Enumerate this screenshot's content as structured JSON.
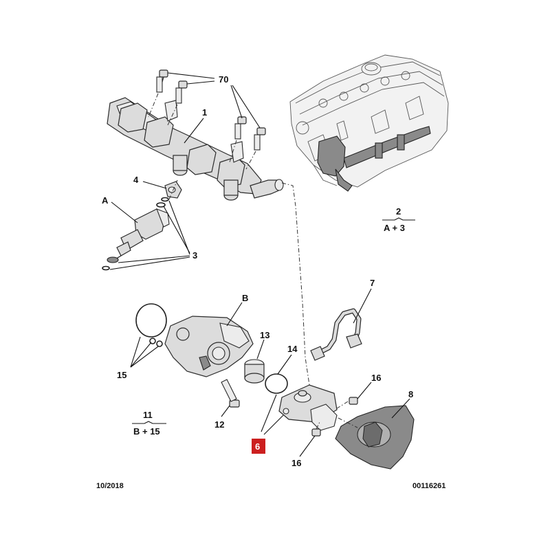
{
  "labels": {
    "l70": "70",
    "l1": "1",
    "l4": "4",
    "lA": "A",
    "l3": "3",
    "lB": "B",
    "l13": "13",
    "l14": "14",
    "l15": "15",
    "l12": "12",
    "l7": "7",
    "l16a": "16",
    "l16b": "16",
    "l8": "8",
    "l6": "6"
  },
  "refs": {
    "ref2": {
      "num": "2",
      "formula": "A + 3"
    },
    "ref11": {
      "num": "11",
      "formula": "B + 15"
    }
  },
  "footer": {
    "date": "10/2018",
    "code": "00116261"
  },
  "colors": {
    "highlight": "#cc1f1f",
    "ink": "#111111"
  }
}
